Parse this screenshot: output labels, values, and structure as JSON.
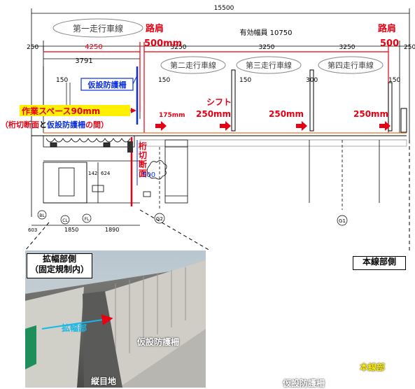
{
  "dims": {
    "total": "15500",
    "left_250": "250",
    "lane1_width": "4250",
    "effective_width": "有効幅員 10750",
    "right_250": "250",
    "lane_w2": "3250",
    "lane_w3": "3250",
    "lane_w4": "3250",
    "d3791": "3791",
    "d150a": "150",
    "d150b": "150",
    "d150c": "150",
    "d150d": "150",
    "d300": "300",
    "d175": "175mm",
    "small_142": "142",
    "small_624": "624",
    "d500_lower": "500",
    "b1850": "1850",
    "b1890": "1890",
    "b_left": "603"
  },
  "lanes": {
    "lane1": "第一走行車線",
    "lane2": "第二走行車線",
    "lane3": "第三走行車線",
    "lane4": "第四走行車線"
  },
  "shoulder": {
    "left_title": "路肩",
    "left_value": "500mm",
    "right_title": "路肩",
    "right_value": "500"
  },
  "annotations": {
    "barrier": "仮設防護柵",
    "work_space": "作業スペース90mm",
    "work_space_note_a": "（桁切断面",
    "work_space_note_and": "と",
    "work_space_note_b": "仮設防護柵",
    "work_space_note_c": "の間）",
    "girder_cut": [
      "桁",
      "切",
      "断",
      "面"
    ],
    "shift_title": "シフト",
    "shift_250": "250mm",
    "shift_250b": "250mm",
    "shift_250c": "250mm"
  },
  "markers": {
    "g1": "G1",
    "g2": "G2",
    "cl": "CL",
    "fl": "FL",
    "bl": "BL"
  },
  "photos": {
    "left_title_1": "拡幅部側",
    "left_title_2": "（固定規制内）",
    "left_widen": "拡幅部",
    "left_barrier": "仮設防護柵",
    "left_joint": "縦目地",
    "right_title": "本線部側",
    "right_main": "本線部",
    "right_barrier": "仮設防護柵"
  },
  "colors": {
    "red": "#e60012",
    "blue": "#0b2fd9",
    "cyan": "#18b7e8",
    "yellow": "#ffef00"
  }
}
